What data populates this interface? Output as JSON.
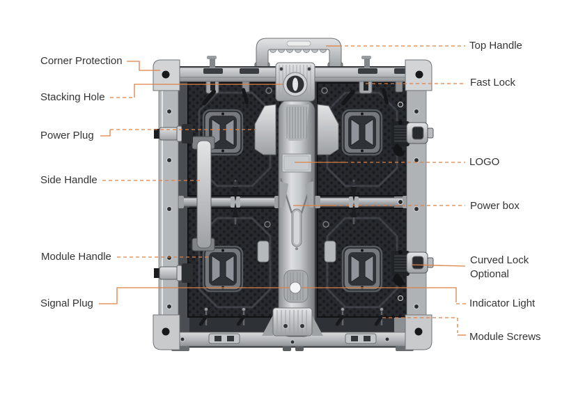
{
  "diagram": {
    "subject": "LED display cabinet rear view with part callouts",
    "colors": {
      "accent_line": "#dd8145",
      "label_text": "#333333",
      "background": "#ffffff",
      "cabinet_light_metal": "#c9ccce",
      "cabinet_dark_module": "#26292d"
    },
    "labels": {
      "left": [
        {
          "id": "corner-protection",
          "text": "Corner Protection"
        },
        {
          "id": "stacking-hole",
          "text": "Stacking Hole"
        },
        {
          "id": "power-plug",
          "text": "Power Plug"
        },
        {
          "id": "side-handle",
          "text": "Side Handle"
        },
        {
          "id": "module-handle",
          "text": "Module Handle"
        },
        {
          "id": "signal-plug",
          "text": "Signal Plug"
        }
      ],
      "right": [
        {
          "id": "top-handle",
          "text": "Top Handle"
        },
        {
          "id": "fast-lock",
          "text": "Fast Lock"
        },
        {
          "id": "logo",
          "text": "LOGO"
        },
        {
          "id": "power-box",
          "text": "Power box"
        },
        {
          "id": "curved-lock",
          "text": "Curved Lock",
          "text2": "Optional"
        },
        {
          "id": "indicator-light",
          "text": "Indicator Light"
        },
        {
          "id": "module-screws",
          "text": "Module Screws"
        }
      ]
    }
  }
}
